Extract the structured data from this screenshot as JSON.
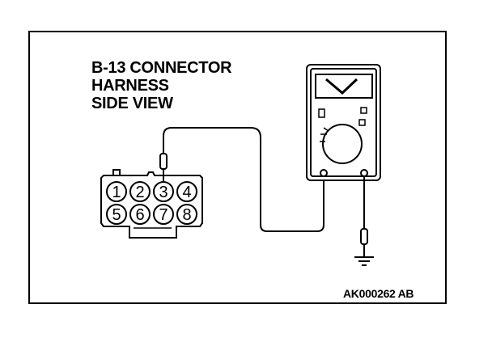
{
  "title_lines": [
    "B-13 CONNECTOR",
    "HARNESS",
    "SIDE VIEW"
  ],
  "figure_id": "AK000262 AB",
  "connector": {
    "pins_top": [
      "1",
      "2",
      "3",
      "4"
    ],
    "pins_bottom": [
      "5",
      "6",
      "7",
      "8"
    ]
  },
  "colors": {
    "line": "#000000",
    "background": "#ffffff"
  }
}
